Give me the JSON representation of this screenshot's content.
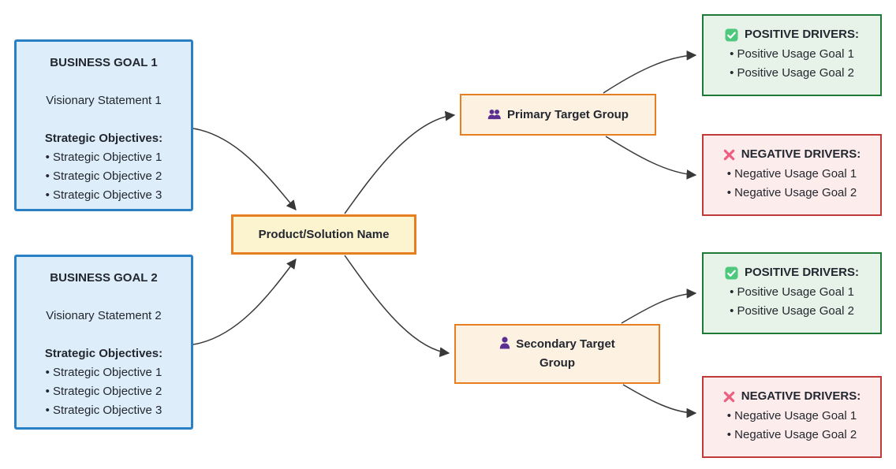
{
  "goals": [
    {
      "title": "BUSINESS GOAL 1",
      "vision": "Visionary Statement 1",
      "objectives_heading": "Strategic Objectives:",
      "objectives": [
        "Strategic Objective 1",
        "Strategic Objective 2",
        "Strategic Objective 3"
      ]
    },
    {
      "title": "BUSINESS GOAL 2",
      "vision": "Visionary Statement 2",
      "objectives_heading": "Strategic Objectives:",
      "objectives": [
        "Strategic Objective 1",
        "Strategic Objective 2",
        "Strategic Objective 3"
      ]
    }
  ],
  "product": {
    "label": "Product/Solution Name"
  },
  "targets": [
    {
      "label": "Primary Target Group",
      "icon": "users-icon"
    },
    {
      "label": "Secondary Target Group",
      "icon": "user-icon"
    }
  ],
  "drivers": [
    {
      "kind": "positive",
      "icon": "check-icon",
      "title": "POSITIVE DRIVERS:",
      "items": [
        "Positive Usage Goal 1",
        "Positive Usage Goal 2"
      ]
    },
    {
      "kind": "negative",
      "icon": "cross-icon",
      "title": "NEGATIVE DRIVERS:",
      "items": [
        "Negative Usage Goal 1",
        "Negative Usage Goal 2"
      ]
    },
    {
      "kind": "positive",
      "icon": "check-icon",
      "title": "POSITIVE DRIVERS:",
      "items": [
        "Positive Usage Goal 1",
        "Positive Usage Goal 2"
      ]
    },
    {
      "kind": "negative",
      "icon": "cross-icon",
      "title": "NEGATIVE DRIVERS:",
      "items": [
        "Negative Usage Goal 1",
        "Negative Usage Goal 2"
      ]
    }
  ],
  "colors": {
    "goal_border": "#2980c4",
    "goal_fill": "#ddedfa",
    "product_border": "#e67e22",
    "product_fill": "#fcf3cf",
    "target_border": "#e67e22",
    "target_fill": "#fdf1e2",
    "positive_border": "#1f7a38",
    "positive_fill": "#e7f3e9",
    "negative_border": "#c03a3a",
    "negative_fill": "#fdecec",
    "edge": "#383838",
    "text": "#23272f",
    "users_icon": "#5a2f91",
    "check_icon": "#4dc87c",
    "cross_icon": "#ec5f80"
  }
}
